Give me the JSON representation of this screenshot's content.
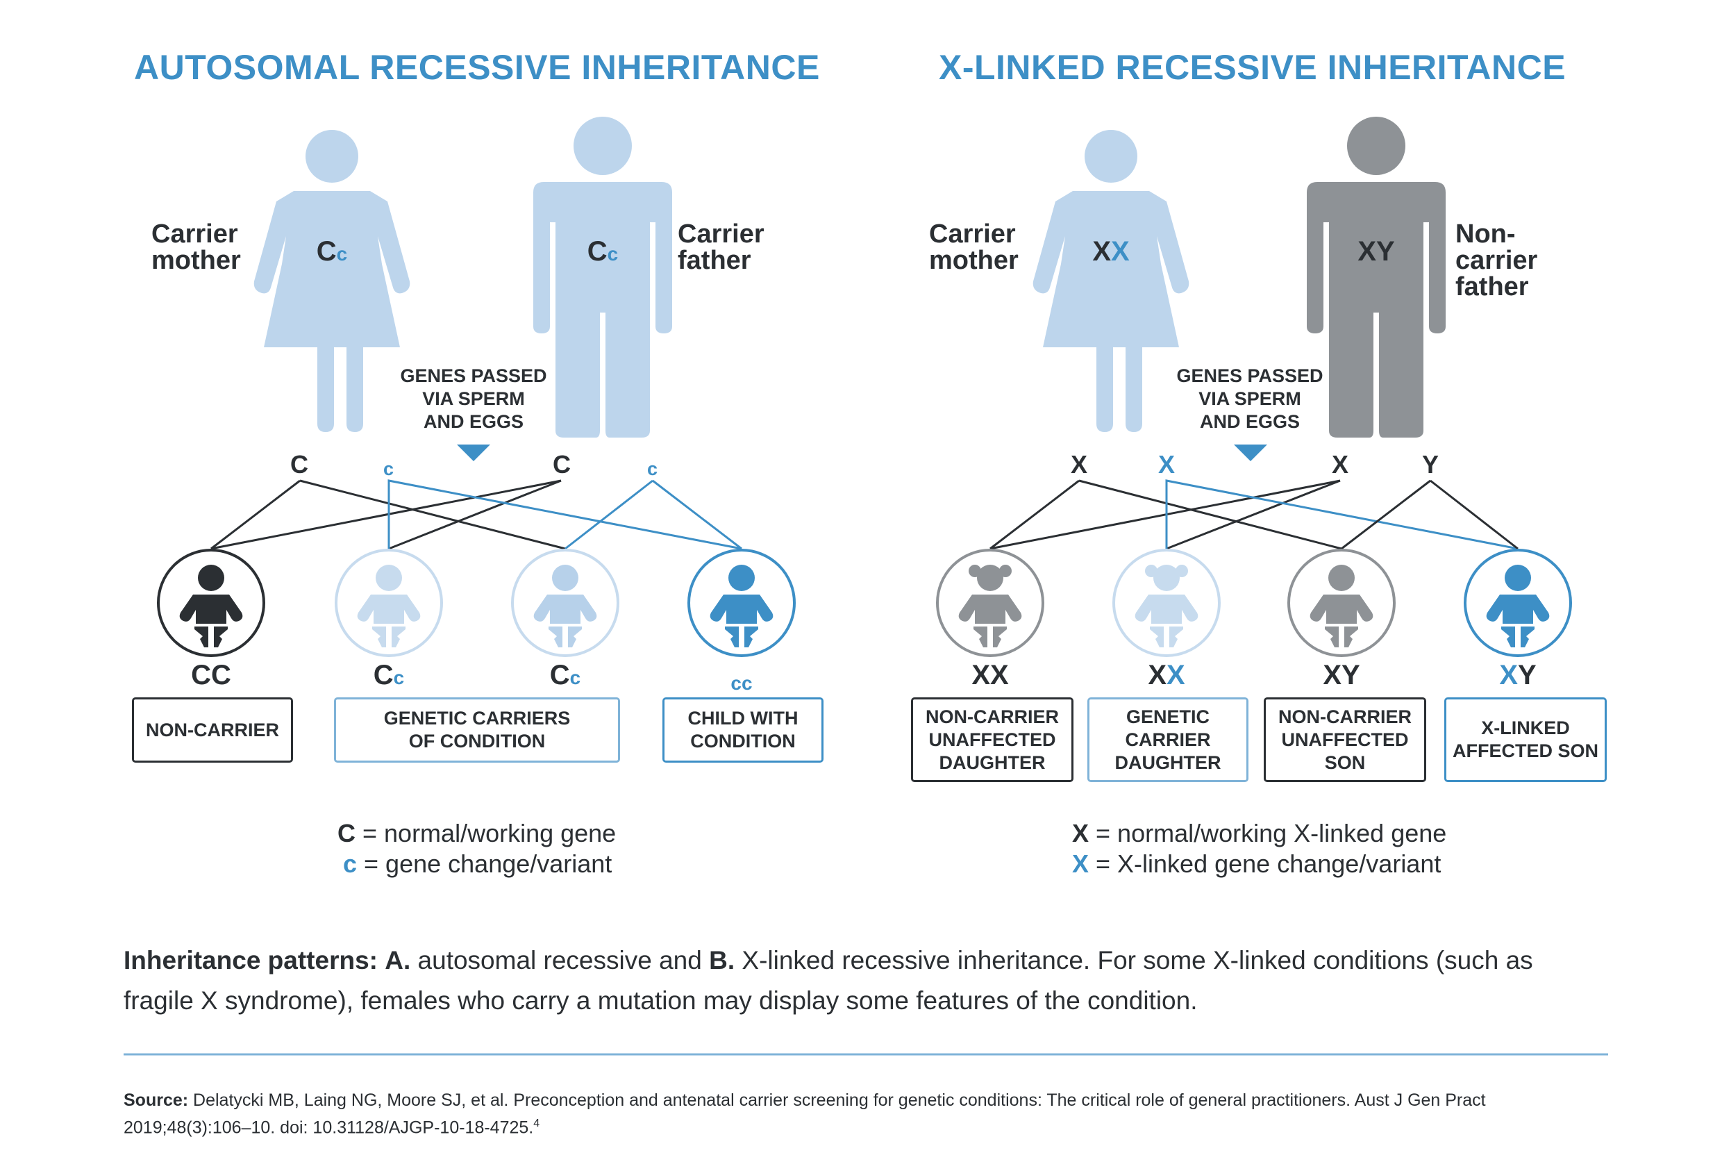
{
  "left": {
    "title": "AUTOSOMAL RECESSIVE INHERITANCE",
    "mother_label": "Carrier\nmother",
    "father_label": "Carrier\nfather",
    "mother_geno": [
      "C",
      "c"
    ],
    "father_geno": [
      "C",
      "c"
    ],
    "genes_passed": "GENES PASSED\nVIA SPERM\nAND EGGS",
    "alleles": [
      "C",
      "c",
      "C",
      "c"
    ],
    "children_geno": [
      [
        "C",
        "C"
      ],
      [
        "C",
        "c"
      ],
      [
        "C",
        "c"
      ],
      [
        "c",
        "c"
      ]
    ],
    "outcomes": [
      "NON-CARRIER",
      "GENETIC CARRIERS\nOF CONDITION",
      "CHILD WITH\nCONDITION"
    ],
    "legend": [
      {
        "sym": "C",
        "text": " = normal/working gene"
      },
      {
        "sym": "c",
        "text": " = gene change/variant"
      }
    ]
  },
  "right": {
    "title": "X-LINKED RECESSIVE INHERITANCE",
    "mother_label": "Carrier\nmother",
    "father_label": "Non-\ncarrier\nfather",
    "mother_geno": [
      "X",
      "X"
    ],
    "father_geno": [
      "X",
      "Y"
    ],
    "genes_passed": "GENES PASSED\nVIA SPERM\nAND EGGS",
    "alleles": [
      "X",
      "X",
      "X",
      "Y"
    ],
    "children_geno": [
      [
        "X",
        "X"
      ],
      [
        "X",
        "X"
      ],
      [
        "X",
        "Y"
      ],
      [
        "X",
        "Y"
      ]
    ],
    "outcomes": [
      "NON-CARRIER\nUNAFFECTED\nDAUGHTER",
      "GENETIC\nCARRIER\nDAUGHTER",
      "NON-CARRIER\nUNAFFECTED\nSON",
      "X-LINKED\nAFFECTED SON"
    ],
    "legend": [
      {
        "sym": "X",
        "text": " = normal/working X-linked gene"
      },
      {
        "sym": "X",
        "text": " = X-linked gene change/variant"
      }
    ]
  },
  "caption": {
    "lead": "Inheritance patterns:",
    "a_label": "A.",
    "a_text": " autosomal recessive and ",
    "b_label": "B.",
    "b_text": " X-linked recessive inheritance. For some X-linked conditions (such as fragile X syndrome), females who carry a mutation may display some features of the condition."
  },
  "source": {
    "label": "Source:",
    "text": " Delatycki MB, Laing NG, Moore SJ, et al. Preconception and antenatal carrier screening for genetic conditions: The critical role of general practitioners. Aust J Gen Pract 2019;48(3):106–10. doi: 10.31128/AJGP-10-18-4725.",
    "superscript": "4"
  },
  "colors": {
    "accent": "#3d8fc6",
    "light_blue": "#bdd5ec",
    "pale_blue": "#dce9f5",
    "dark": "#2b2f33",
    "grey": "#8e9296"
  }
}
